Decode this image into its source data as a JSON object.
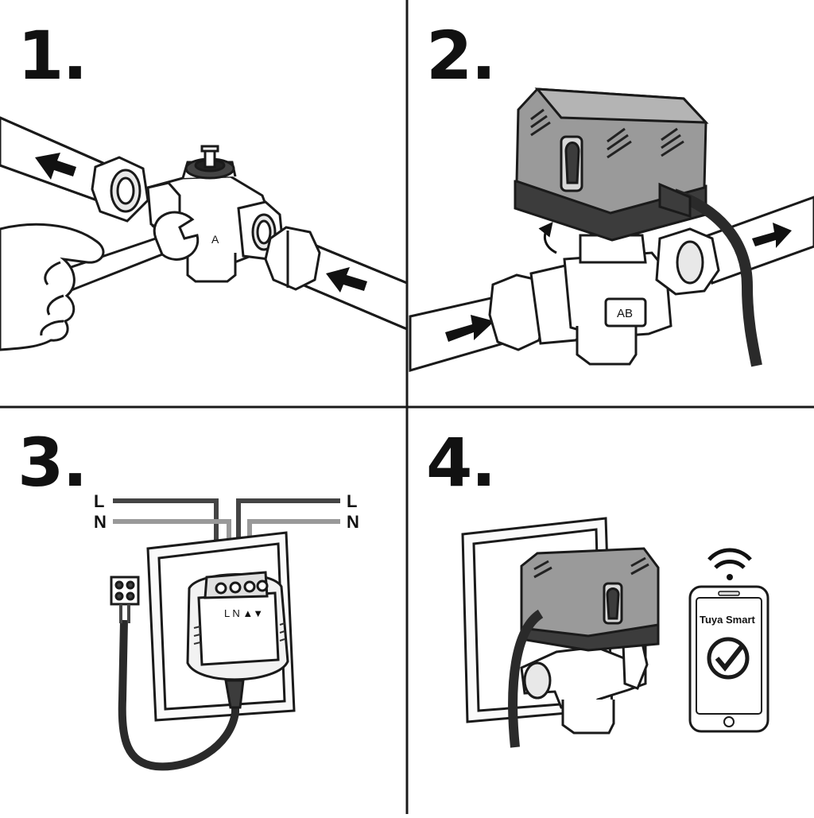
{
  "steps": [
    {
      "number": "1."
    },
    {
      "number": "2."
    },
    {
      "number": "3."
    },
    {
      "number": "4."
    }
  ],
  "step1": {
    "port_label": "A"
  },
  "step2": {
    "port_label": "AB"
  },
  "step3": {
    "wire_left_top": "L",
    "wire_left_bottom": "N",
    "wire_right_top": "L",
    "wire_right_bottom": "N",
    "terminal_label": "L N ▲▼"
  },
  "step4": {
    "app_name": "Tuya Smart"
  },
  "colors": {
    "line": "#1a1a1a",
    "actuator_gray": "#9a9a9a",
    "actuator_dark": "#3c3c3c",
    "brass_light": "#f2f2f2"
  },
  "icons": [
    "arrow-left-icon",
    "arrow-right-icon",
    "rotate-arrow-icon",
    "wifi-icon",
    "checkmark-icon"
  ]
}
